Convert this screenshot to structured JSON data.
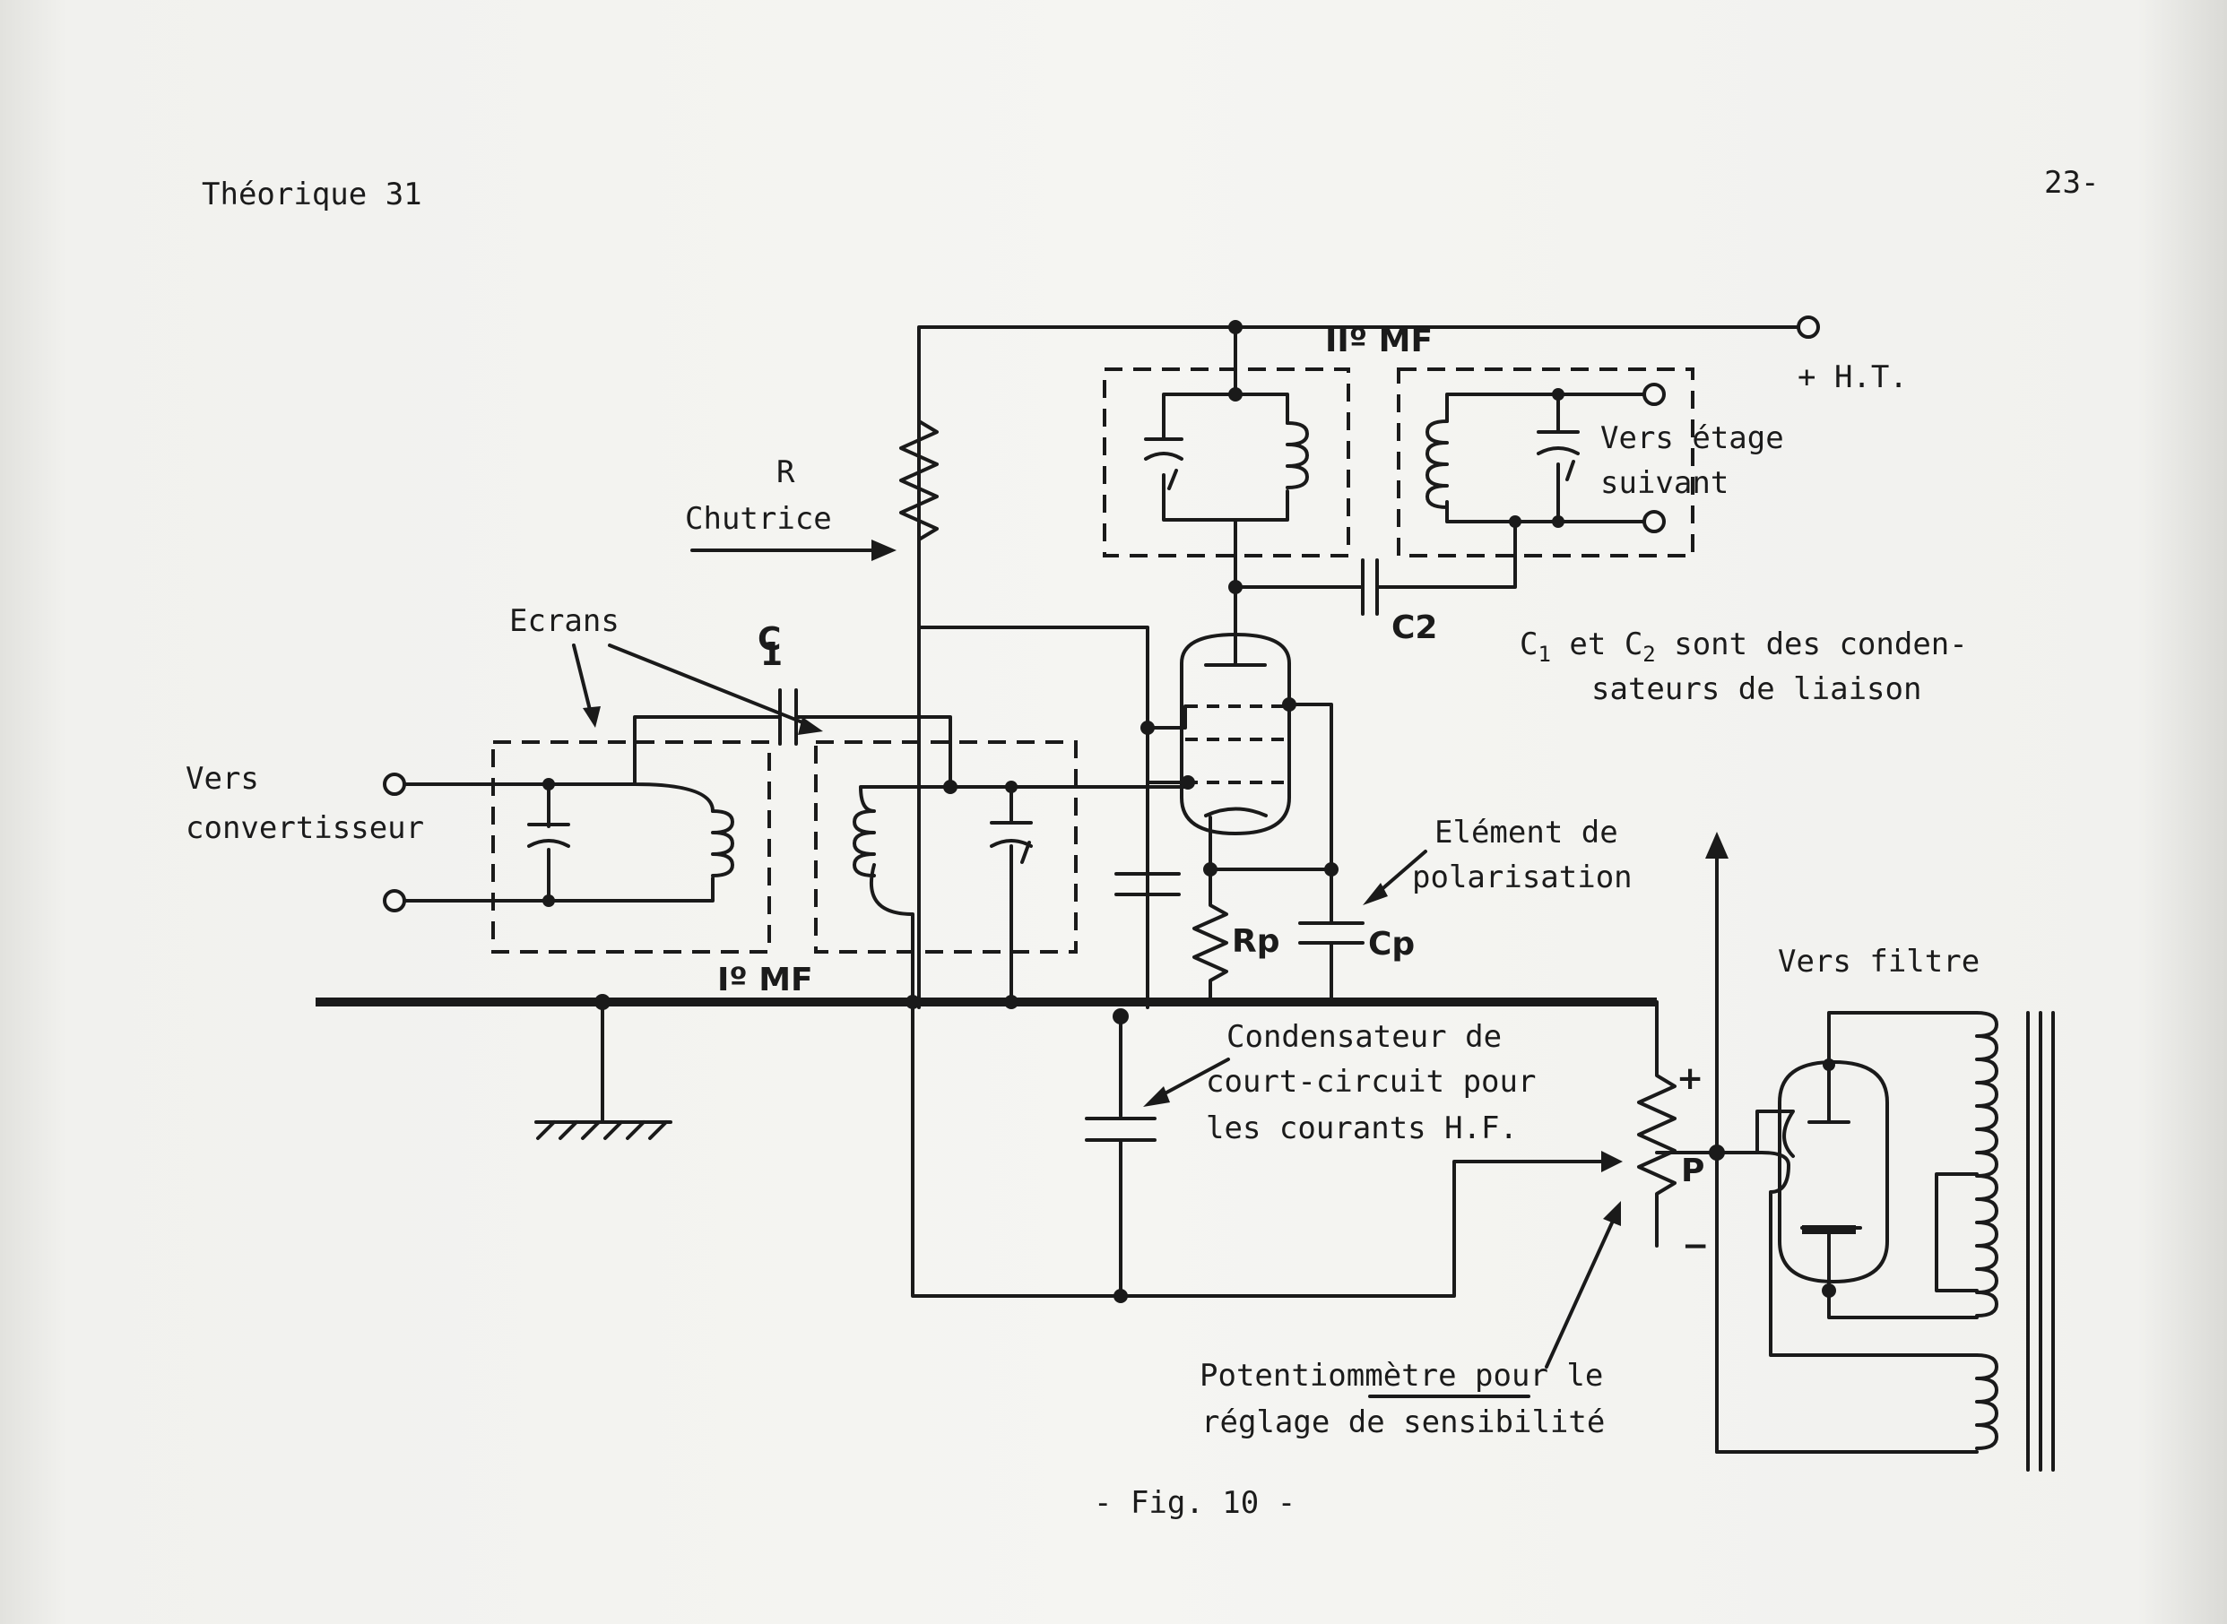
{
  "header": {
    "left": "Théorique 31",
    "right": "23-"
  },
  "labels": {
    "ht": "+ H.T.",
    "r": "R",
    "chutrice": "Chutrice",
    "mf2": "IIº MF",
    "mf1": "Iº MF",
    "vers_etage": "Vers étage",
    "suivant": "suivant",
    "c1": "C",
    "c1_sub": "1",
    "c2": "C2",
    "ecrans": "Ecrans",
    "vers": "Vers",
    "convertisseur": "convertisseur",
    "rp": "Rp",
    "cp": "Cp",
    "element_de": "Elément de",
    "polarisation": "polarisation",
    "condensateur_de": "Condensateur de",
    "court_circuit": "court-circuit pour",
    "courants_hf": "les courants H.F.",
    "plus": "+",
    "minus": "−",
    "p": "P",
    "vers_filtre": "Vers filtre",
    "potentiometre": "Potentiommètre pour le",
    "reglage": "réglage de sensibilité",
    "note_c": "C",
    "note_1": "1",
    "note_et": " et C",
    "note_2": "2",
    "note_rest": " sont des conden-",
    "note_line2": "sateurs de liaison"
  },
  "caption": "- Fig. 10 -",
  "bleed": [
    "",
    ""
  ]
}
